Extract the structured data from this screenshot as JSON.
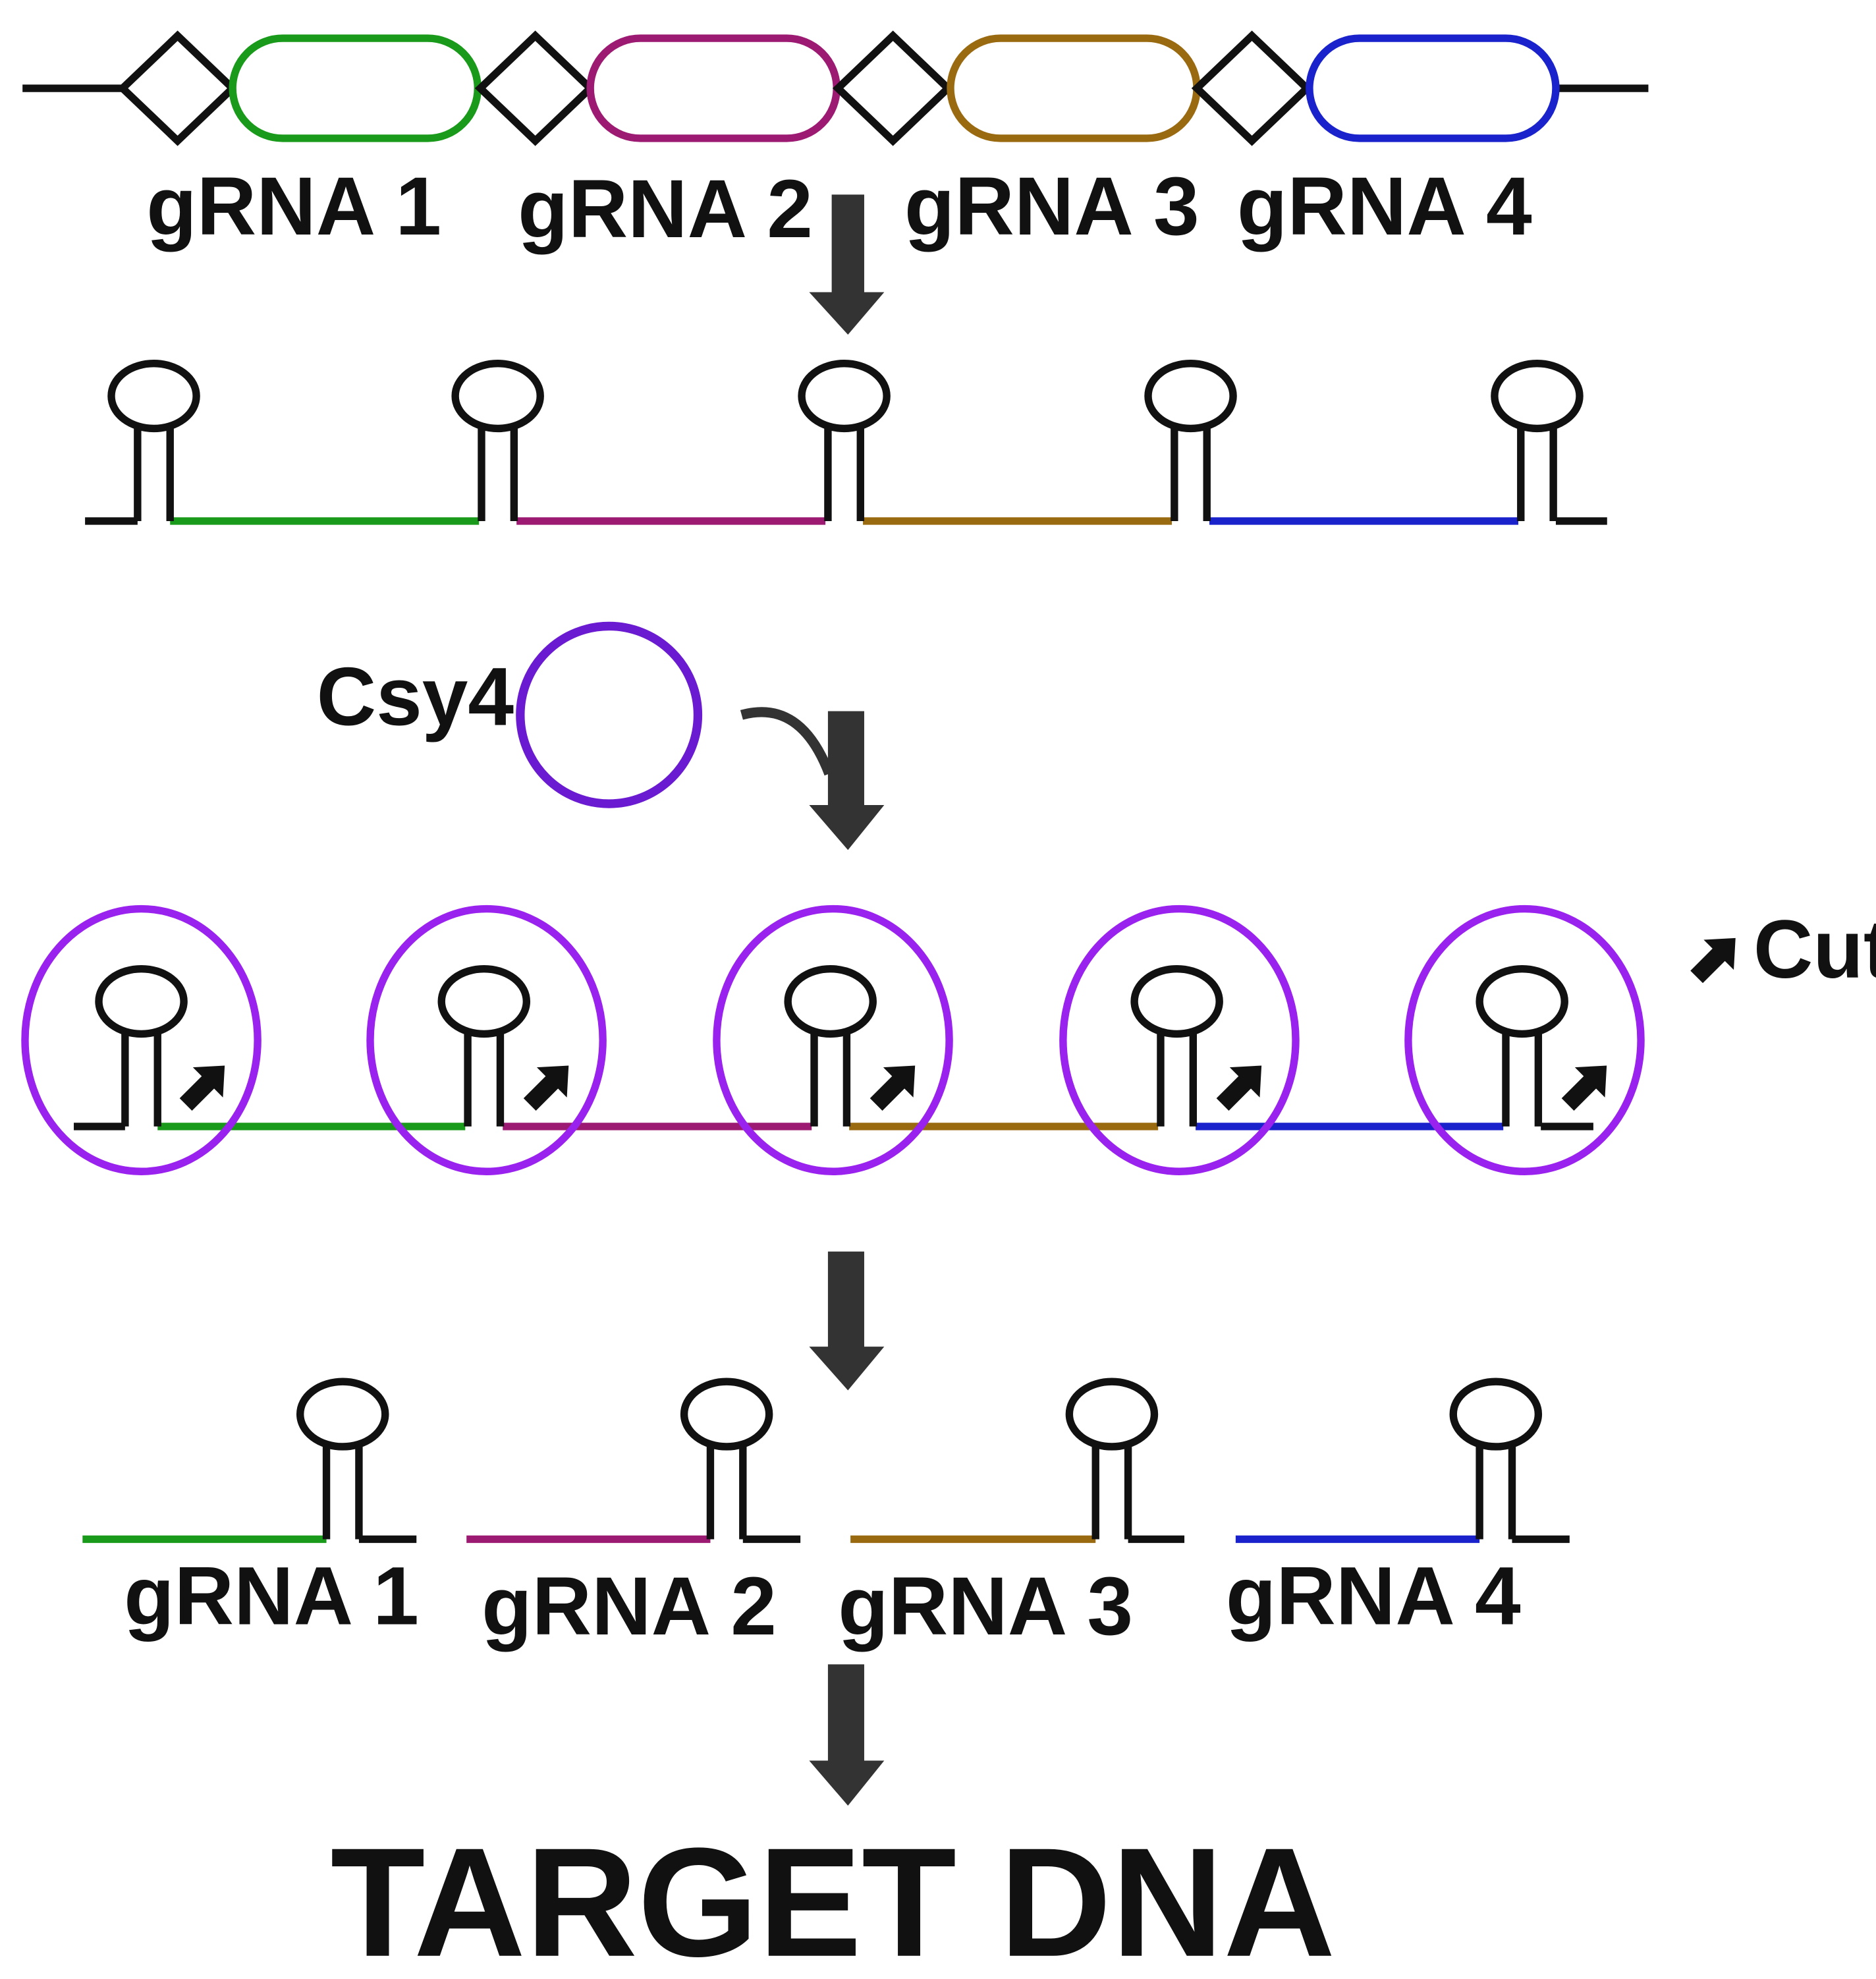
{
  "colors": {
    "grna1": "#1a9a1a",
    "grna2": "#9c1a72",
    "grna3": "#9a6a10",
    "grna4": "#1a22cc",
    "csy4": "#6a1ad0",
    "complex": "#9a22ee",
    "arrow": "#333333",
    "outline": "#111111"
  },
  "cassette": {
    "labels": [
      "gRNA 1",
      "gRNA 2",
      "gRNA 3",
      "gRNA 4"
    ]
  },
  "enzyme": {
    "label": "Csy4"
  },
  "legend": {
    "label": "Cut"
  },
  "products": {
    "labels": [
      "gRNA 1",
      "gRNA 2",
      "gRNA 3",
      "gRNA 4"
    ]
  },
  "result": {
    "label": "TARGET DNA"
  }
}
